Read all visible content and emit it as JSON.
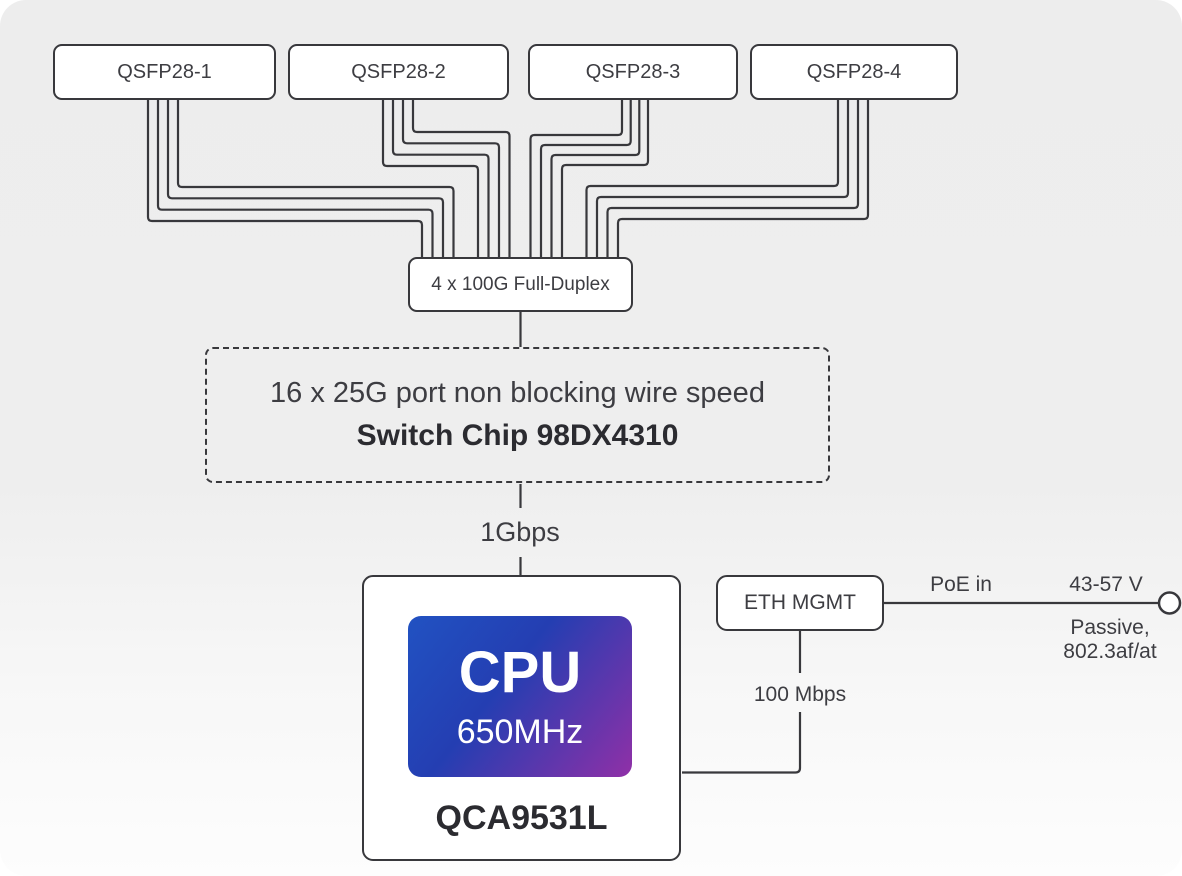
{
  "diagram": {
    "qsfp_ports": [
      "QSFP28-1",
      "QSFP28-2",
      "QSFP28-3",
      "QSFP28-4"
    ],
    "aggregate_link_label": "4 x 100G Full-Duplex",
    "switch_chip": {
      "description": "16 x 25G port non blocking wire speed",
      "name": "Switch Chip 98DX4310"
    },
    "switch_to_cpu_speed": "1Gbps",
    "cpu": {
      "title": "CPU",
      "clock": "650MHz",
      "model": "QCA9531L"
    },
    "eth_mgmt": {
      "label": "ETH MGMT",
      "link_speed": "100 Mbps"
    },
    "poe": {
      "label": "PoE in",
      "voltage_range": "43-57 V",
      "standard_line1": "Passive,",
      "standard_line2": "802.3af/at"
    }
  },
  "colors": {
    "line": "#38383c",
    "box_border": "#38383c",
    "text": "#3d3d42",
    "cpu_gradient_start": "#2152c2",
    "cpu_gradient_end": "#9030a7",
    "canvas_top": "#ededed",
    "canvas_bottom": "#fdfdfd"
  }
}
